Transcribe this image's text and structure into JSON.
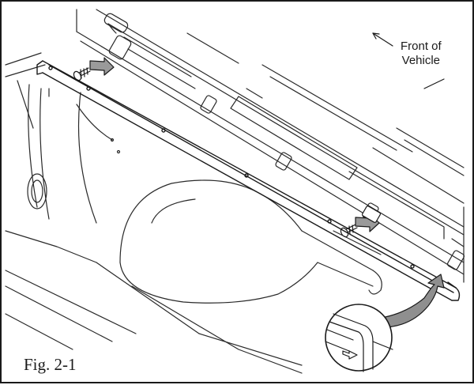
{
  "direction_label": {
    "line1": "Front of",
    "line2": "Vehicle"
  },
  "figure_label": "Fig. 2-1"
}
